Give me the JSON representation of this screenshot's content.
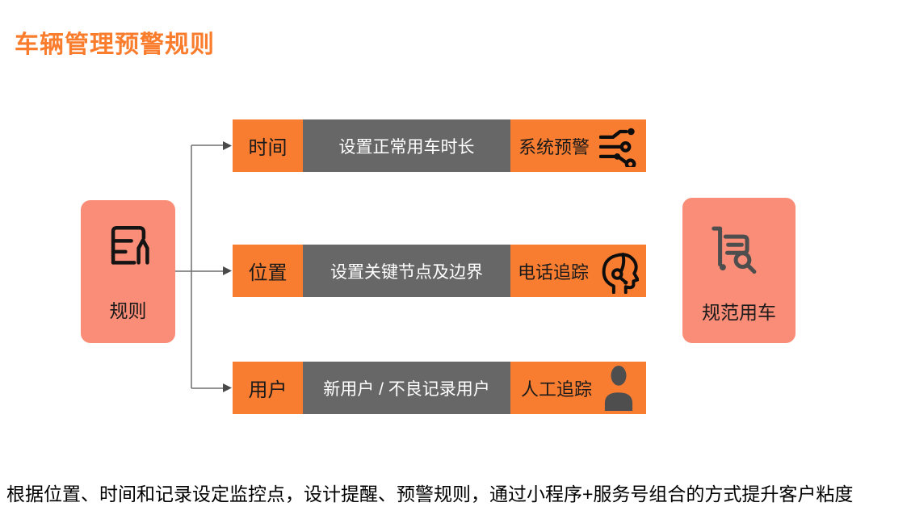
{
  "page": {
    "title": "车辆管理预警规则",
    "footer_note": "根据位置、时间和记录设定监控点，设计提醒、预警规则，通过小程序+服务号组合的方式提升客户粘度"
  },
  "colors": {
    "accent_orange": "#F97D30",
    "salmon": "#F98D77",
    "slate_gray": "#676767",
    "icon_dark": "#141414",
    "icon_gray": "#4E4E4E",
    "connector_gray": "#6F6F6F",
    "title_orange": "#FA7C2D"
  },
  "diagram": {
    "source_node": {
      "label": "规则",
      "icon": "document-edit-icon"
    },
    "target_node": {
      "label": "规范用车",
      "icon": "cart-search-icon"
    },
    "rows": [
      {
        "category": "时间",
        "description": "设置正常用车时长",
        "action": "系统预警",
        "action_icon": "circuit-nodes-icon"
      },
      {
        "category": "位置",
        "description": "设置关键节点及边界",
        "action": "电话追踪",
        "action_icon": "headset-person-icon"
      },
      {
        "category": "用户",
        "description": "新用户 / 不良记录用户",
        "action": "人工追踪",
        "action_icon": "person-icon"
      }
    ]
  }
}
